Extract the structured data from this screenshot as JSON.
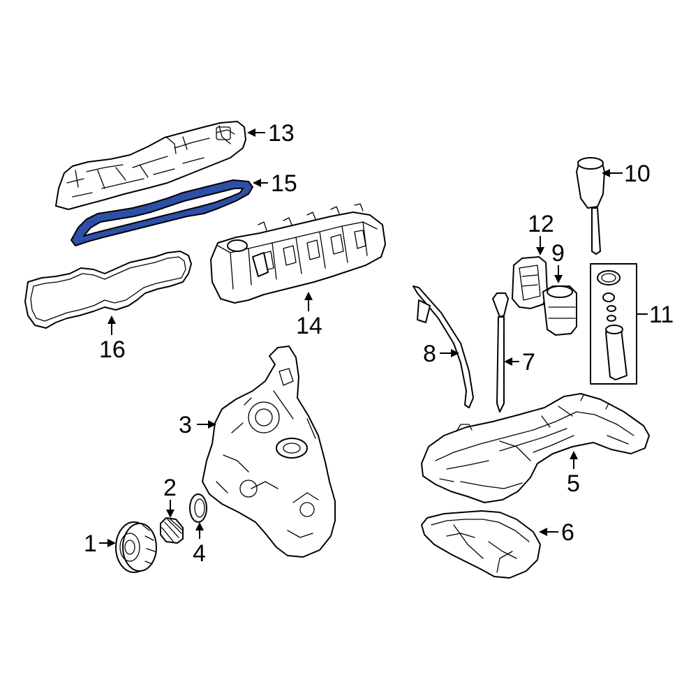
{
  "diagram": {
    "highlight_color": "#2d4fa8",
    "highlighted_part": "15",
    "callouts": [
      {
        "id": "1",
        "label": "1"
      },
      {
        "id": "2",
        "label": "2"
      },
      {
        "id": "3",
        "label": "3"
      },
      {
        "id": "4",
        "label": "4"
      },
      {
        "id": "5",
        "label": "5"
      },
      {
        "id": "6",
        "label": "6"
      },
      {
        "id": "7",
        "label": "7"
      },
      {
        "id": "8",
        "label": "8"
      },
      {
        "id": "9",
        "label": "9"
      },
      {
        "id": "10",
        "label": "10"
      },
      {
        "id": "11",
        "label": "11"
      },
      {
        "id": "12",
        "label": "12"
      },
      {
        "id": "13",
        "label": "13"
      },
      {
        "id": "14",
        "label": "14"
      },
      {
        "id": "15",
        "label": "15"
      },
      {
        "id": "16",
        "label": "16"
      }
    ]
  }
}
